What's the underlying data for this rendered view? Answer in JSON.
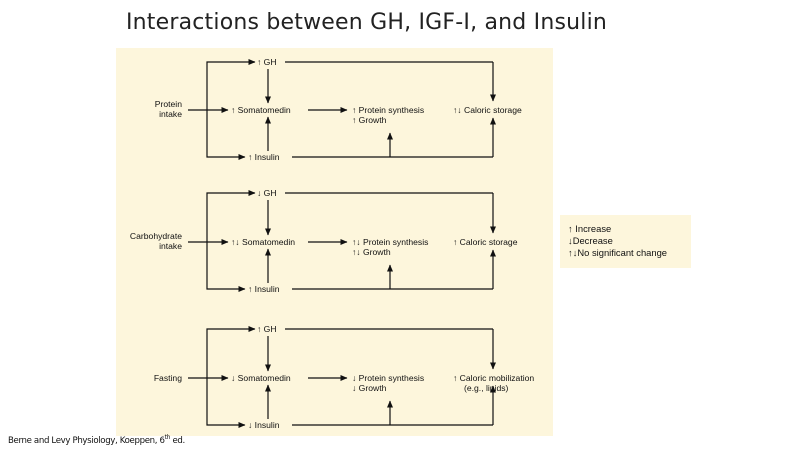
{
  "title": "Interactions between GH, IGF-I, and Insulin",
  "panels": [
    {
      "input": [
        "Protein",
        "intake"
      ],
      "gh": "↑ GH",
      "somatomedin": "↑ Somatomedin",
      "protein": "↑ Protein synthesis",
      "growth": "↑ Growth",
      "caloric": [
        "↑↓ Caloric storage"
      ],
      "insulin": "↑ Insulin"
    },
    {
      "input": [
        "Carbohydrate",
        "intake"
      ],
      "gh": "↓ GH",
      "somatomedin": "↑↓ Somatomedin",
      "protein": "↑↓ Protein synthesis",
      "growth": "↑↓ Growth",
      "caloric": [
        "↑ Caloric storage"
      ],
      "insulin": "↑ Insulin"
    },
    {
      "input": [
        "Fasting"
      ],
      "gh": "↑ GH",
      "somatomedin": "↓ Somatomedin",
      "protein": "↓ Protein synthesis",
      "growth": "↓ Growth",
      "caloric": [
        "↑ Caloric mobilization",
        "(e.g., lipids)"
      ],
      "insulin": "↓ Insulin"
    }
  ],
  "legend": {
    "increase": "↑ Increase",
    "decrease": "↓Decrease",
    "no_change": "↑↓No significant change"
  },
  "citation": {
    "text": "Berne and Levy Physiology, Koeppen, 6",
    "sup": "th",
    "suffix": " ed."
  }
}
